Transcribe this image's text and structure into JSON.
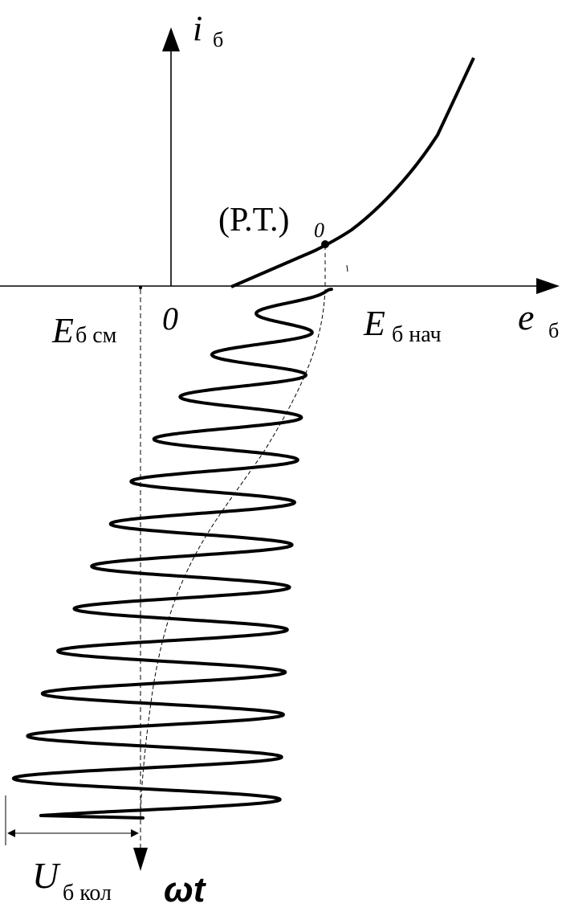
{
  "axes": {
    "y_label": {
      "main": "i",
      "sub": "б"
    },
    "x_label": {
      "main": "e",
      "sub": "б"
    },
    "origin": "0",
    "time_axis_label": "ωt"
  },
  "labels": {
    "bias_voltage": {
      "main": "E",
      "sub": "б см"
    },
    "start_voltage": {
      "main": "E",
      "sub": "б нач"
    },
    "operating_point": {
      "main": "(Р.Т.)",
      "sub": "0"
    },
    "amplitude": {
      "main": "U",
      "sub": "б кол"
    }
  },
  "colors": {
    "ink": "#000000",
    "background": "#ffffff"
  }
}
